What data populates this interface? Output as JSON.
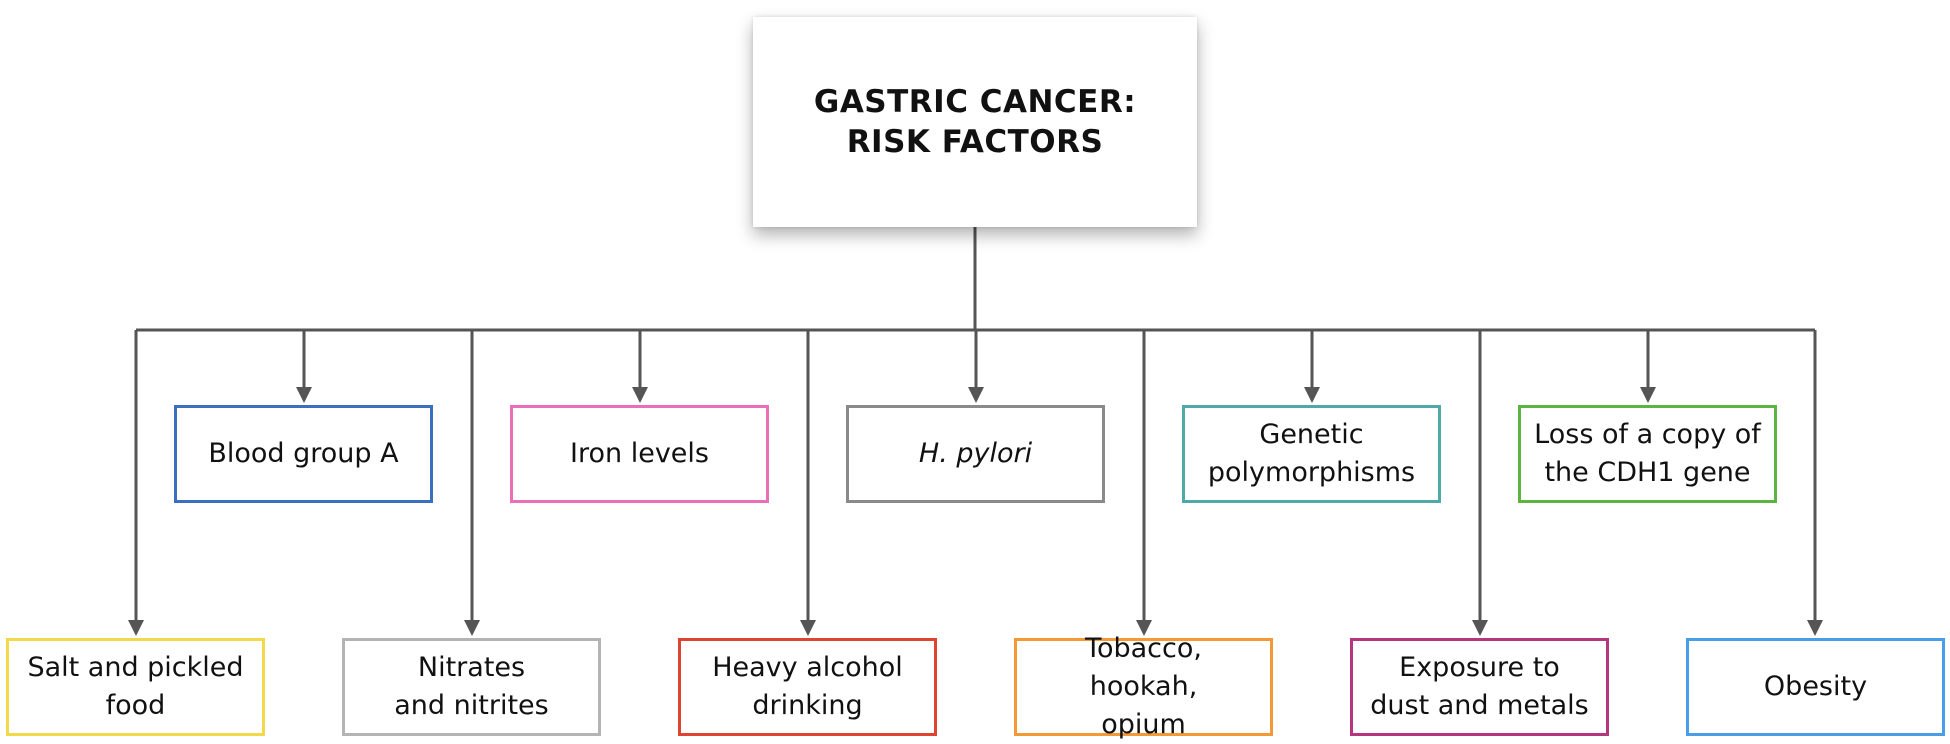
{
  "title": {
    "line1": "GASTRIC CANCER:",
    "line2": "RISK FACTORS"
  },
  "upper_row": [
    {
      "label": "Blood group A",
      "color": "#3a6fbf"
    },
    {
      "label": "Iron levels",
      "color": "#e86fb8"
    },
    {
      "label": "H. pylori",
      "color": "#8a8a8a",
      "italic": true
    },
    {
      "label": "Genetic\npolymorphisms",
      "color": "#4fa9a6"
    },
    {
      "label": "Loss of a copy of\nthe CDH1 gene",
      "color": "#5bb540"
    }
  ],
  "lower_row": [
    {
      "label": "Salt and pickled\nfood",
      "color": "#f2d949"
    },
    {
      "label": "Nitrates\nand nitrites",
      "color": "#b4b4b4"
    },
    {
      "label": "Heavy alcohol\ndrinking",
      "color": "#df4332"
    },
    {
      "label": "Tobacco, hookah,\nopium",
      "color": "#f39a36"
    },
    {
      "label": "Exposure to\ndust and metals",
      "color": "#b6357f"
    },
    {
      "label": "Obesity",
      "color": "#4a9ee8"
    }
  ],
  "connector_color": "#555555"
}
